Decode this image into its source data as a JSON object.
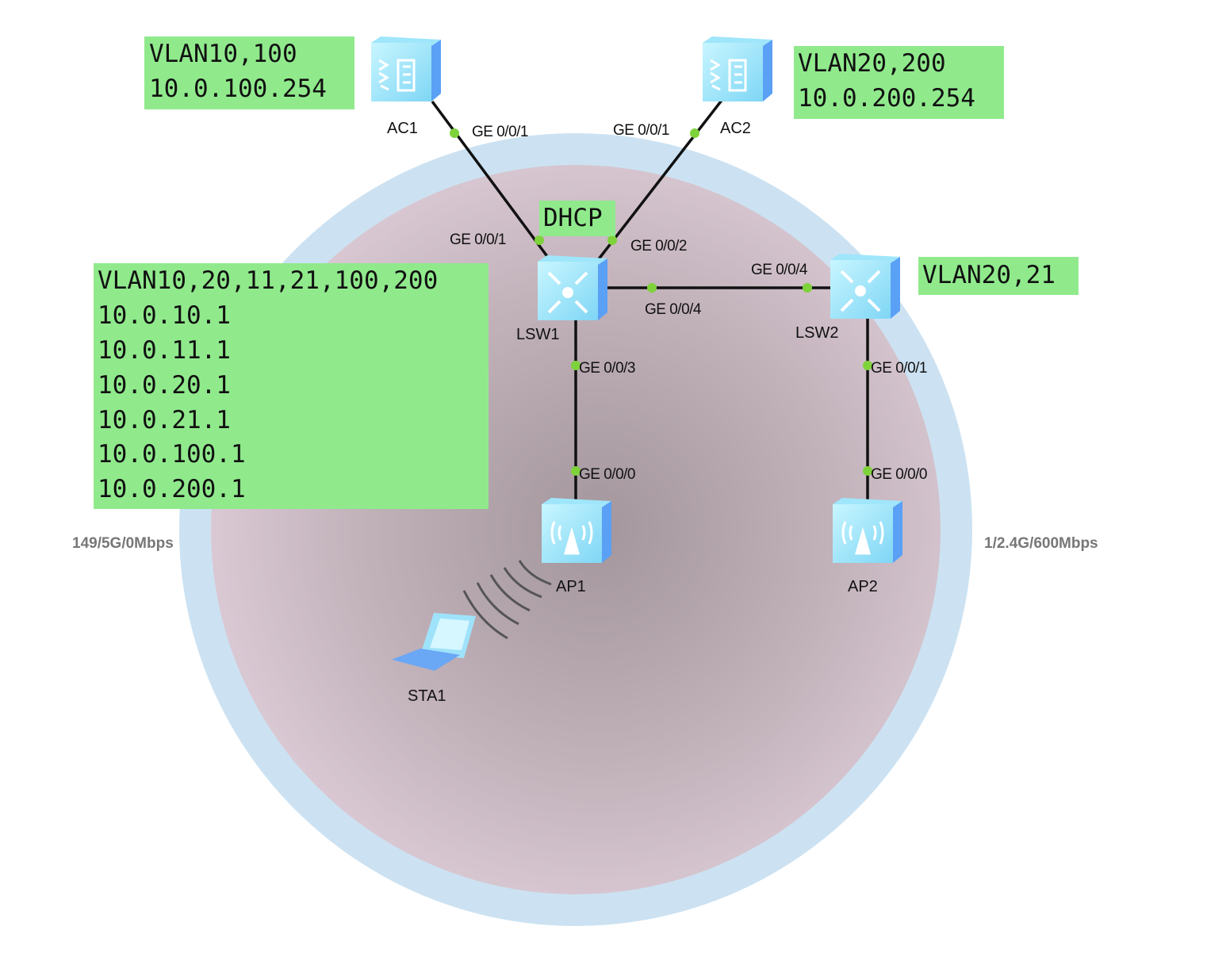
{
  "colors": {
    "note_bg": "#90ea8c",
    "link": "#111111",
    "port_dot": "#7ed23a",
    "coverage_outer": "#cce2f2",
    "coverage_inner": "#dccbd6"
  },
  "devices": {
    "ac1": "AC1",
    "ac2": "AC2",
    "lsw1": "LSW1",
    "lsw2": "LSW2",
    "ap1": "AP1",
    "ap2": "AP2",
    "sta1": "STA1"
  },
  "ports": {
    "ac1_ge": "GE 0/0/1",
    "ac2_ge": "GE 0/0/1",
    "lsw1_to_ac1": "GE 0/0/1",
    "lsw1_to_ac2": "GE 0/0/2",
    "lsw1_to_lsw2": "GE 0/0/4",
    "lsw2_to_lsw1": "GE 0/0/4",
    "lsw1_to_ap1": "GE 0/0/3",
    "ap1_ge": "GE 0/0/0",
    "lsw2_to_ap2": "GE 0/0/1",
    "ap2_ge": "GE 0/0/0"
  },
  "notes": {
    "ac1": [
      "VLAN10,100",
      "10.0.100.254"
    ],
    "ac2": [
      "VLAN20,200",
      "10.0.200.254"
    ],
    "dhcp": "DHCP",
    "lsw2": "VLAN20,21",
    "lsw1": [
      "VLAN10,20,11,21,100,200",
      "10.0.10.1",
      "10.0.11.1",
      "10.0.20.1",
      "10.0.21.1",
      "10.0.100.1",
      "10.0.200.1"
    ]
  },
  "radio": {
    "ap1": "149/5G/0Mbps",
    "ap2": "1/2.4G/600Mbps"
  }
}
